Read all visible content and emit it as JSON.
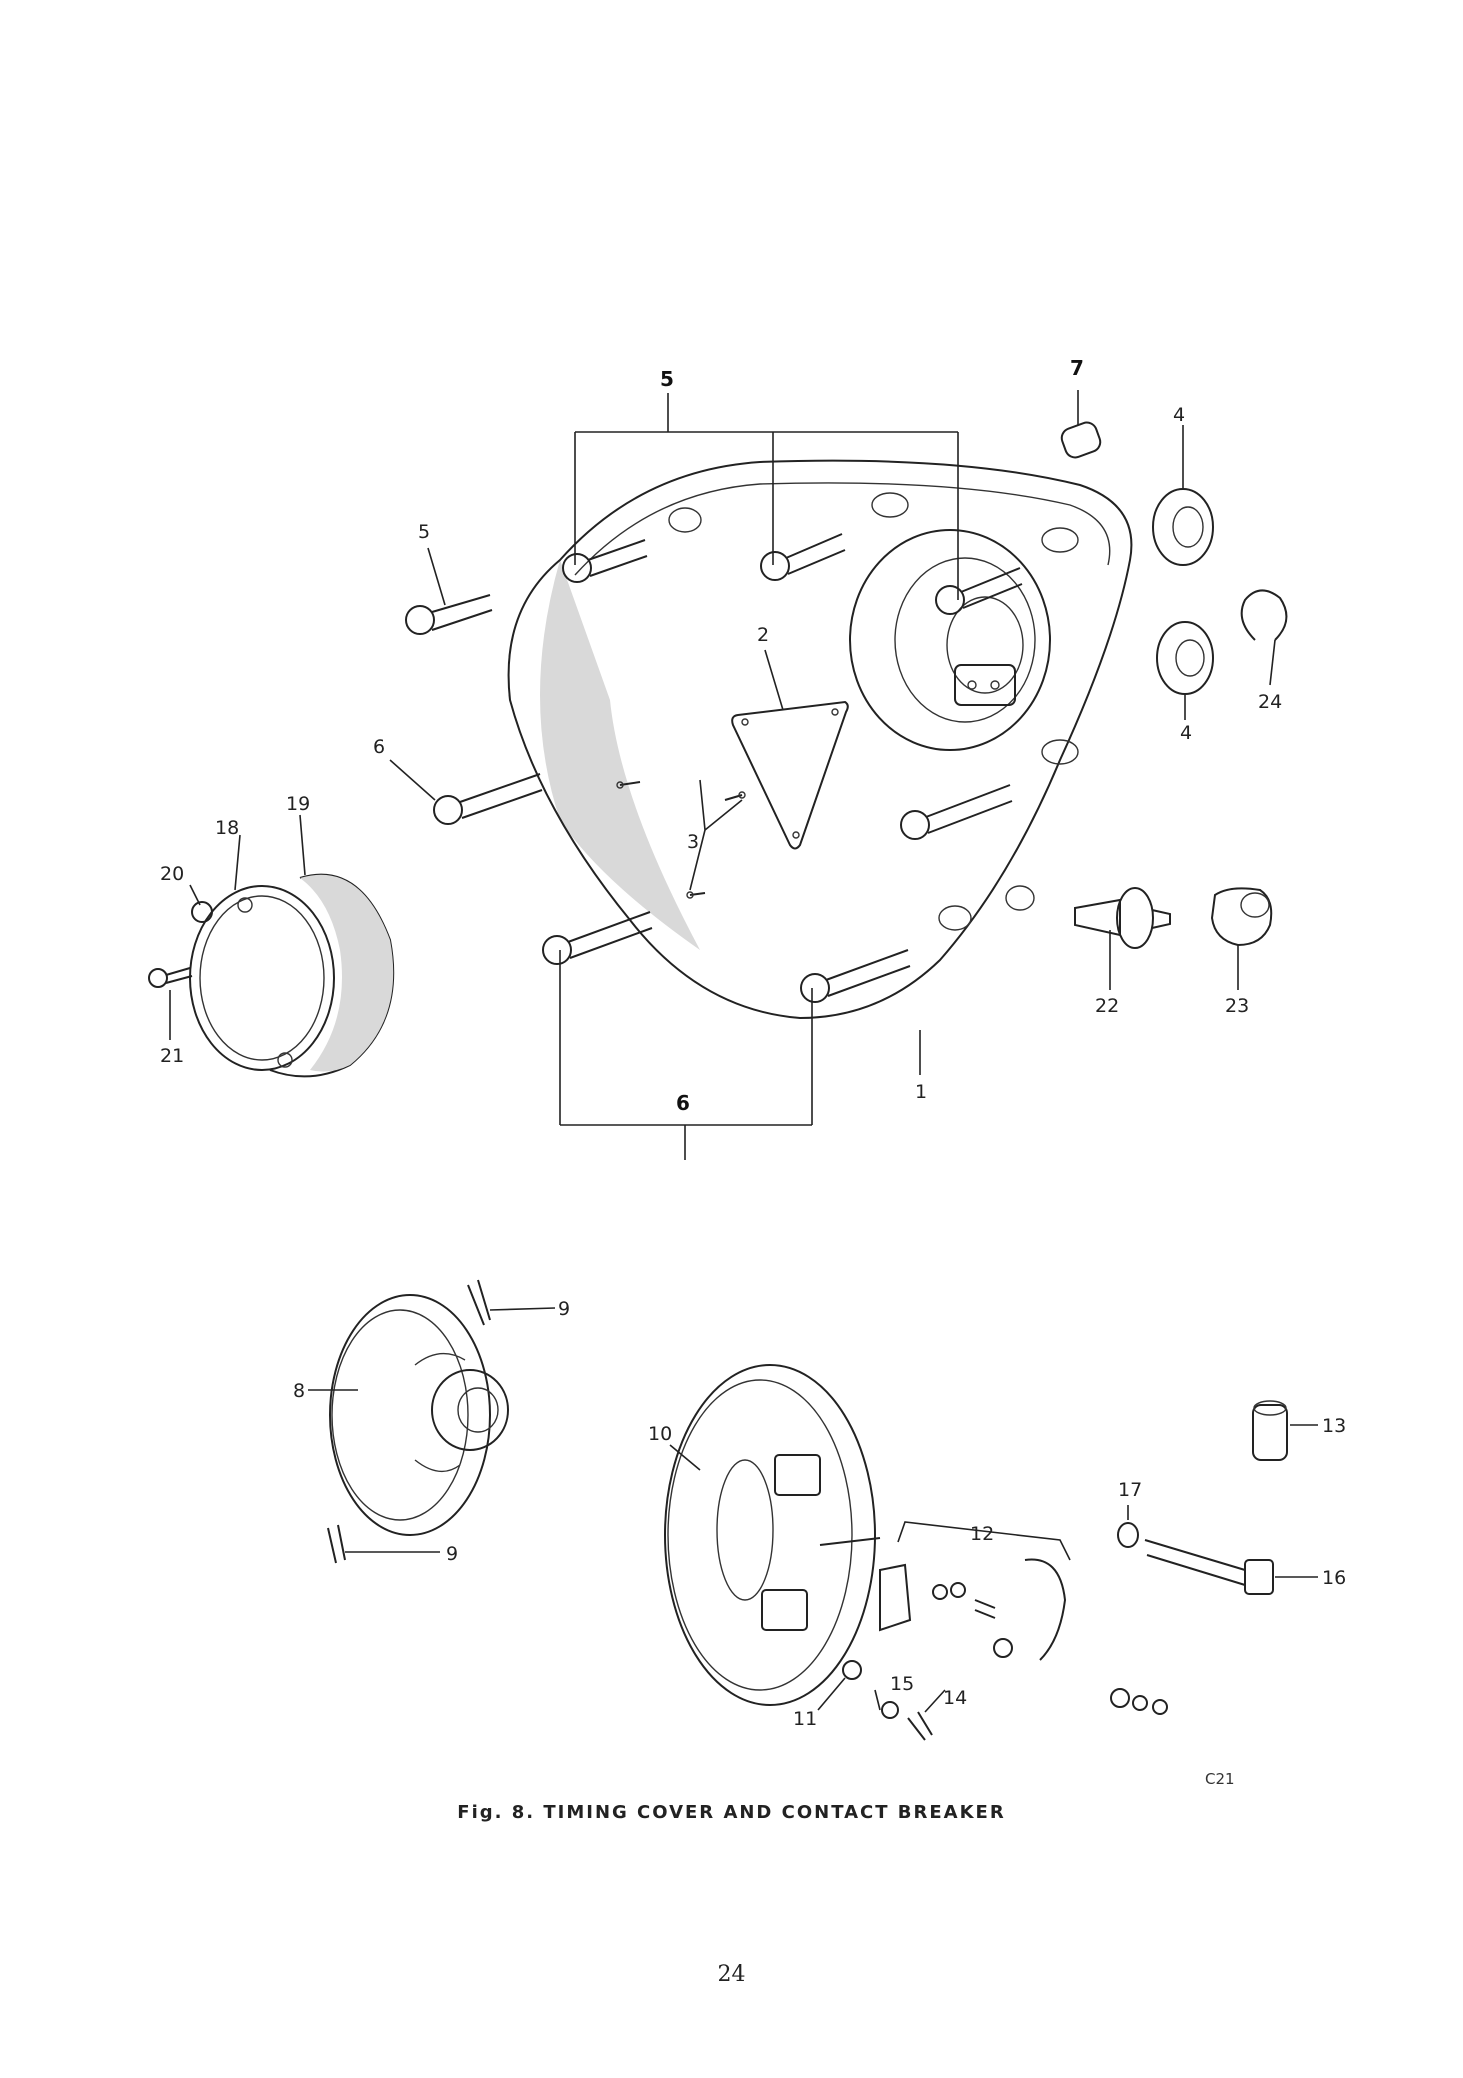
{
  "figure": {
    "caption": "Fig. 8.   TIMING COVER AND CONTACT BREAKER",
    "code": "C21",
    "page_number": "24"
  },
  "labels": {
    "l1": "1",
    "l2": "2",
    "l3": "3",
    "l4a": "4",
    "l4b": "4",
    "l5top": "5",
    "l5left": "5",
    "l6left": "6",
    "l6bottom": "6",
    "l7": "7",
    "l8": "8",
    "l9a": "9",
    "l9b": "9",
    "l10": "10",
    "l11": "11",
    "l12": "12",
    "l13": "13",
    "l14": "14",
    "l15": "15",
    "l16": "16",
    "l17": "17",
    "l18": "18",
    "l19": "19",
    "l20": "20",
    "l21": "21",
    "l22": "22",
    "l23": "23",
    "l24": "24"
  }
}
